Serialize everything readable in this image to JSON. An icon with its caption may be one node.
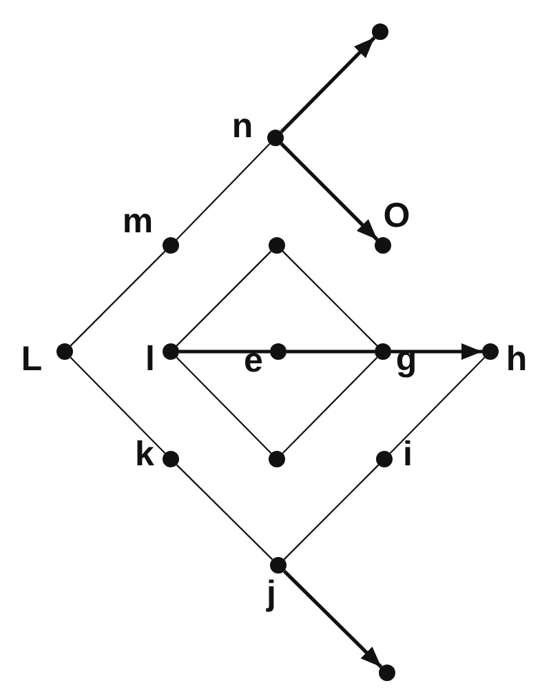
{
  "diagram": {
    "nodes": [
      {
        "text": [],
        "shape": "circle"
      },
      {
        "text": [],
        "shape": "circle",
        "beside": [
          "n"
        ]
      },
      {
        "text": [],
        "shape": "circle",
        "beside": [
          "m"
        ]
      },
      {
        "text": [],
        "shape": "circle"
      },
      {
        "text": [],
        "shape": "circle",
        "beside": [
          "O"
        ]
      },
      {
        "text": [],
        "shape": "circle",
        "beside": [
          "L"
        ]
      },
      {
        "text": [],
        "shape": "circle",
        "beside": [
          "l"
        ]
      },
      {
        "text": [],
        "shape": "circle",
        "beside": [
          "e"
        ]
      },
      {
        "text": [],
        "shape": "circle",
        "beside": [
          "g"
        ]
      },
      {
        "text": [],
        "shape": "circle",
        "beside": [
          "h"
        ]
      },
      {
        "text": [],
        "shape": "circle",
        "beside": [
          "k"
        ]
      },
      {
        "text": [],
        "shape": "circle"
      },
      {
        "text": [],
        "shape": "circle",
        "beside": [
          "i"
        ]
      },
      {
        "text": [],
        "shape": "circle",
        "beside": [
          "j"
        ]
      },
      {
        "text": [],
        "shape": "circle"
      }
    ],
    "edges": [
      {
        "from": 1,
        "to": 0,
        "arrow": "to",
        "style": "thick"
      },
      {
        "from": 1,
        "to": 4,
        "arrow": "to",
        "style": "thick"
      },
      {
        "from": 1,
        "to": 2,
        "arrow": "none"
      },
      {
        "from": 2,
        "to": 5,
        "arrow": "none"
      },
      {
        "from": 3,
        "to": 6,
        "arrow": "none"
      },
      {
        "from": 3,
        "to": 8,
        "arrow": "none"
      },
      {
        "from": 5,
        "to": 10,
        "arrow": "none"
      },
      {
        "from": 6,
        "to": 7,
        "arrow": "none",
        "style": "thick"
      },
      {
        "from": 7,
        "to": 8,
        "arrow": "none",
        "style": "thick"
      },
      {
        "from": 8,
        "to": 9,
        "arrow": "to",
        "style": "thick"
      },
      {
        "from": 6,
        "to": 11,
        "arrow": "none"
      },
      {
        "from": 8,
        "to": 11,
        "arrow": "none"
      },
      {
        "from": 10,
        "to": 13,
        "arrow": "none"
      },
      {
        "from": 13,
        "to": 12,
        "arrow": "none"
      },
      {
        "from": 12,
        "to": 9,
        "arrow": "none"
      },
      {
        "from": 13,
        "to": 14,
        "arrow": "to",
        "style": "thick"
      }
    ]
  }
}
